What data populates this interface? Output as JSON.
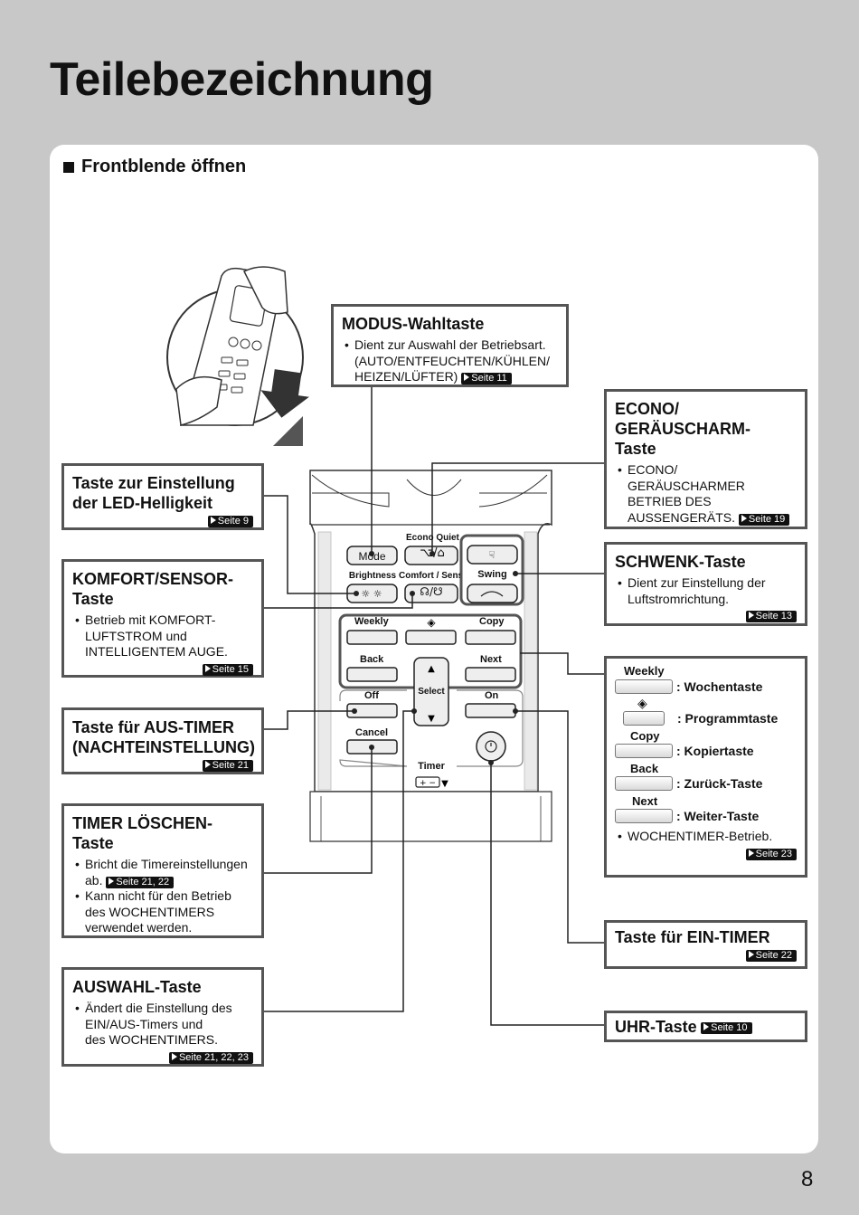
{
  "page": {
    "title": "Teilebezeichnung",
    "section": "Frontblende öffnen",
    "page_number": "8"
  },
  "remote": {
    "econo_quiet": "Econo Quiet",
    "mode": "Mode",
    "brightness": "Brightness",
    "comfort_sensor": "Comfort / Sensor",
    "swing": "Swing",
    "weekly": "Weekly",
    "copy": "Copy",
    "back": "Back",
    "next": "Next",
    "select": "Select",
    "off": "Off",
    "on": "On",
    "cancel": "Cancel",
    "timer": "Timer",
    "mode_slash": "/",
    "comfort_slash": "/"
  },
  "callouts": {
    "modus": {
      "heading": "MODUS-Wahltaste",
      "bullets": [
        "Dient zur Auswahl der Betriebsart.",
        "(AUTO/ENTFEUCHTEN/KÜHLEN/",
        "HEIZEN/LÜFTER)"
      ],
      "ref": "Seite 11"
    },
    "econo": {
      "heading1": "ECONO/",
      "heading2": "GERÄUSCHARM-",
      "heading3": "Taste",
      "bullet1": "ECONO/",
      "bullet2": "GERÄUSCHARMER",
      "bullet3": "BETRIEB DES",
      "bullet4": "AUSSENGERÄTS.",
      "ref": "Seite 19"
    },
    "led": {
      "heading1": "Taste zur Einstellung",
      "heading2": "der LED-Helligkeit",
      "ref": "Seite 9"
    },
    "komfort": {
      "heading1": "KOMFORT/SENSOR-",
      "heading2": "Taste",
      "bullet1": "Betrieb mit KOMFORT-",
      "bullet2": "LUFTSTROM und",
      "bullet3": "INTELLIGENTEM AUGE.",
      "ref": "Seite 15"
    },
    "schwenk": {
      "heading": "SCHWENK-Taste",
      "bullet1": "Dient zur Einstellung der",
      "bullet2": "Luftstromrichtung.",
      "ref": "Seite 13"
    },
    "aus_timer": {
      "heading1": "Taste für AUS-TIMER",
      "heading2": "(NACHTEINSTELLUNG)",
      "ref": "Seite 21"
    },
    "weekly_box": {
      "weekly_label": "Weekly",
      "wochentaste": ": Wochentaste",
      "programmtaste": ": Programmtaste",
      "copy_label": "Copy",
      "kopiertaste": ": Kopiertaste",
      "back_label": "Back",
      "zurueck": ": Zurück-Taste",
      "next_label": "Next",
      "weiter": ": Weiter-Taste",
      "bullet": "WOCHENTIMER-Betrieb.",
      "ref": "Seite 23"
    },
    "timer_loeschen": {
      "heading1": "TIMER LÖSCHEN-",
      "heading2": "Taste",
      "bullet1a": "Bricht die Timereinstellungen",
      "bullet1b": "ab.",
      "ref1": "Seite 21, 22",
      "bullet2a": "Kann nicht für den Betrieb",
      "bullet2b": "des WOCHENTIMERS",
      "bullet2c": "verwendet werden."
    },
    "ein_timer": {
      "heading": "Taste für EIN-TIMER",
      "ref": "Seite 22"
    },
    "auswahl": {
      "heading": "AUSWAHL-Taste",
      "bullet1": "Ändert die Einstellung des",
      "bullet2": "EIN/AUS-Timers und",
      "bullet3": "des WOCHENTIMERS.",
      "ref": "Seite 21, 22, 23"
    },
    "uhr": {
      "heading": "UHR-Taste",
      "ref": "Seite 10"
    }
  },
  "colors": {
    "page_background": "#c8c8c8",
    "panel": "#ffffff",
    "box_border": "#555555",
    "ref_badge": "#111111"
  }
}
